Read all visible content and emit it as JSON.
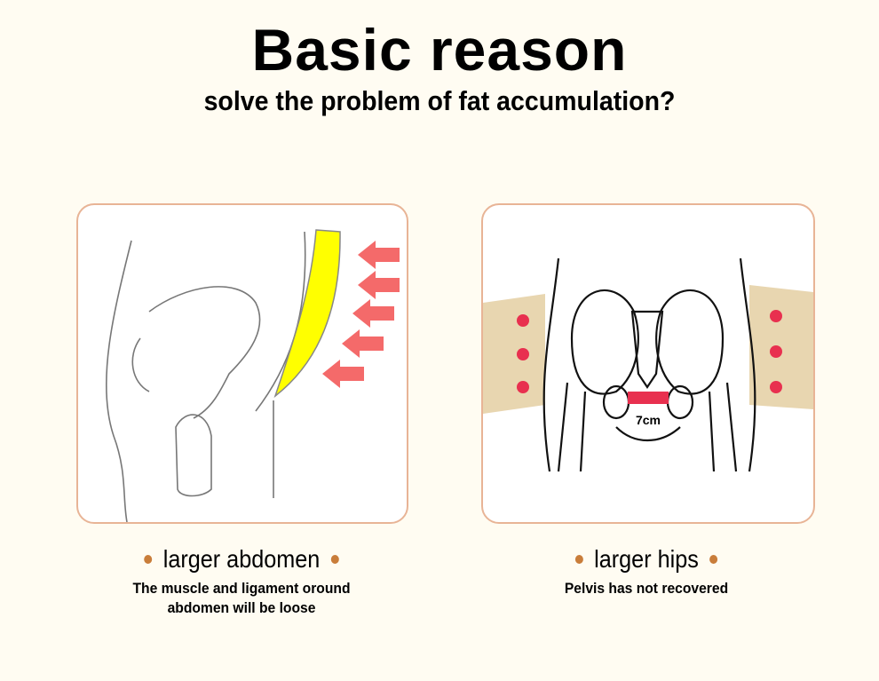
{
  "title": "Basic reason",
  "subtitle": "solve the problem of fat accumulation?",
  "panels": [
    {
      "heading": "larger abdomen",
      "description_line1": "The muscle and ligament oround",
      "description_line2": "abdomen will be loose"
    },
    {
      "heading": "larger hips",
      "description_line1": "Pelvis has not recovered",
      "measurement": "7cm"
    }
  ],
  "colors": {
    "background": "#fffcf2",
    "card_border": "#e8b496",
    "bullet": "#c97d3a",
    "arrow": "#f46a6a",
    "fat": "#ffff00",
    "band": "#e8d6b0"
  }
}
